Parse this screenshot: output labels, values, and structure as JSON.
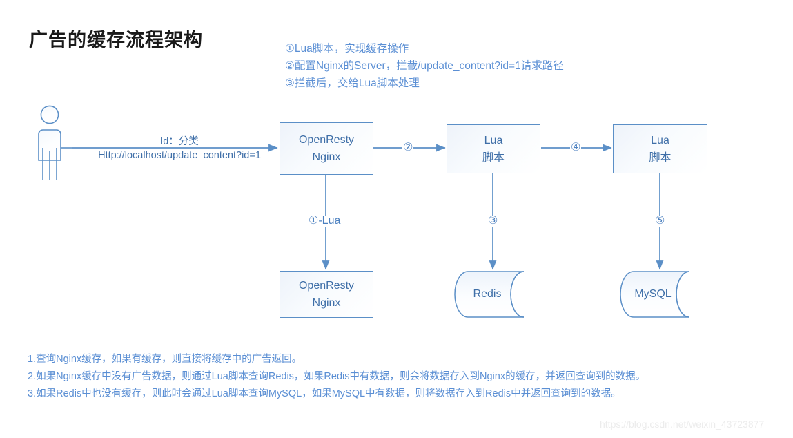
{
  "page": {
    "title": "广告的缓存流程架构",
    "watermark": "https://blog.csdn.net/weixin_43723877",
    "accent_color": "#5b8fc7",
    "note_color": "#5b8fd4",
    "node_text_color": "#3f6fa8",
    "title_color": "#1a1a1a",
    "background": "#ffffff"
  },
  "top_notes": [
    "①Lua脚本，实现缓存操作",
    "②配置Nginx的Server，拦截/update_content?id=1请求路径",
    "③拦截后，交给Lua脚本处理"
  ],
  "bottom_notes": [
    "1.查询Nginx缓存，如果有缓存，则直接将缓存中的广告返回。",
    "2.如果Nginx缓存中没有广告数据，则通过Lua脚本查询Redis，如果Redis中有数据，则会将数据存入到Nginx的缓存，并返回查询到的数据。",
    "3.如果Redis中也没有缓存，则此时会通过Lua脚本查询MySQL，如果MySQL中有数据，则将数据存入到Redis中并返回查询到的数据。"
  ],
  "actor": {
    "icon": "user-actor-icon",
    "request_label_line1": "Id：分类",
    "request_label_line2": "Http://localhost/update_content?id=1"
  },
  "nodes": {
    "openresty_top": {
      "line1": "OpenResty",
      "line2": "Nginx"
    },
    "lua_middle": {
      "line1": "Lua",
      "line2": "脚本"
    },
    "lua_right": {
      "line1": "Lua",
      "line2": "脚本"
    },
    "openresty_bottom": {
      "line1": "OpenResty",
      "line2": "Nginx"
    },
    "redis": {
      "label": "Redis"
    },
    "mysql": {
      "label": "MySQL"
    }
  },
  "edges": {
    "actor_to_openresty": "",
    "openresty_to_lua": "②",
    "lua_to_lua": "④",
    "openresty_to_nginx_cache": "①-Lua",
    "lua_to_redis": "③",
    "lua_to_mysql": "⑤"
  }
}
